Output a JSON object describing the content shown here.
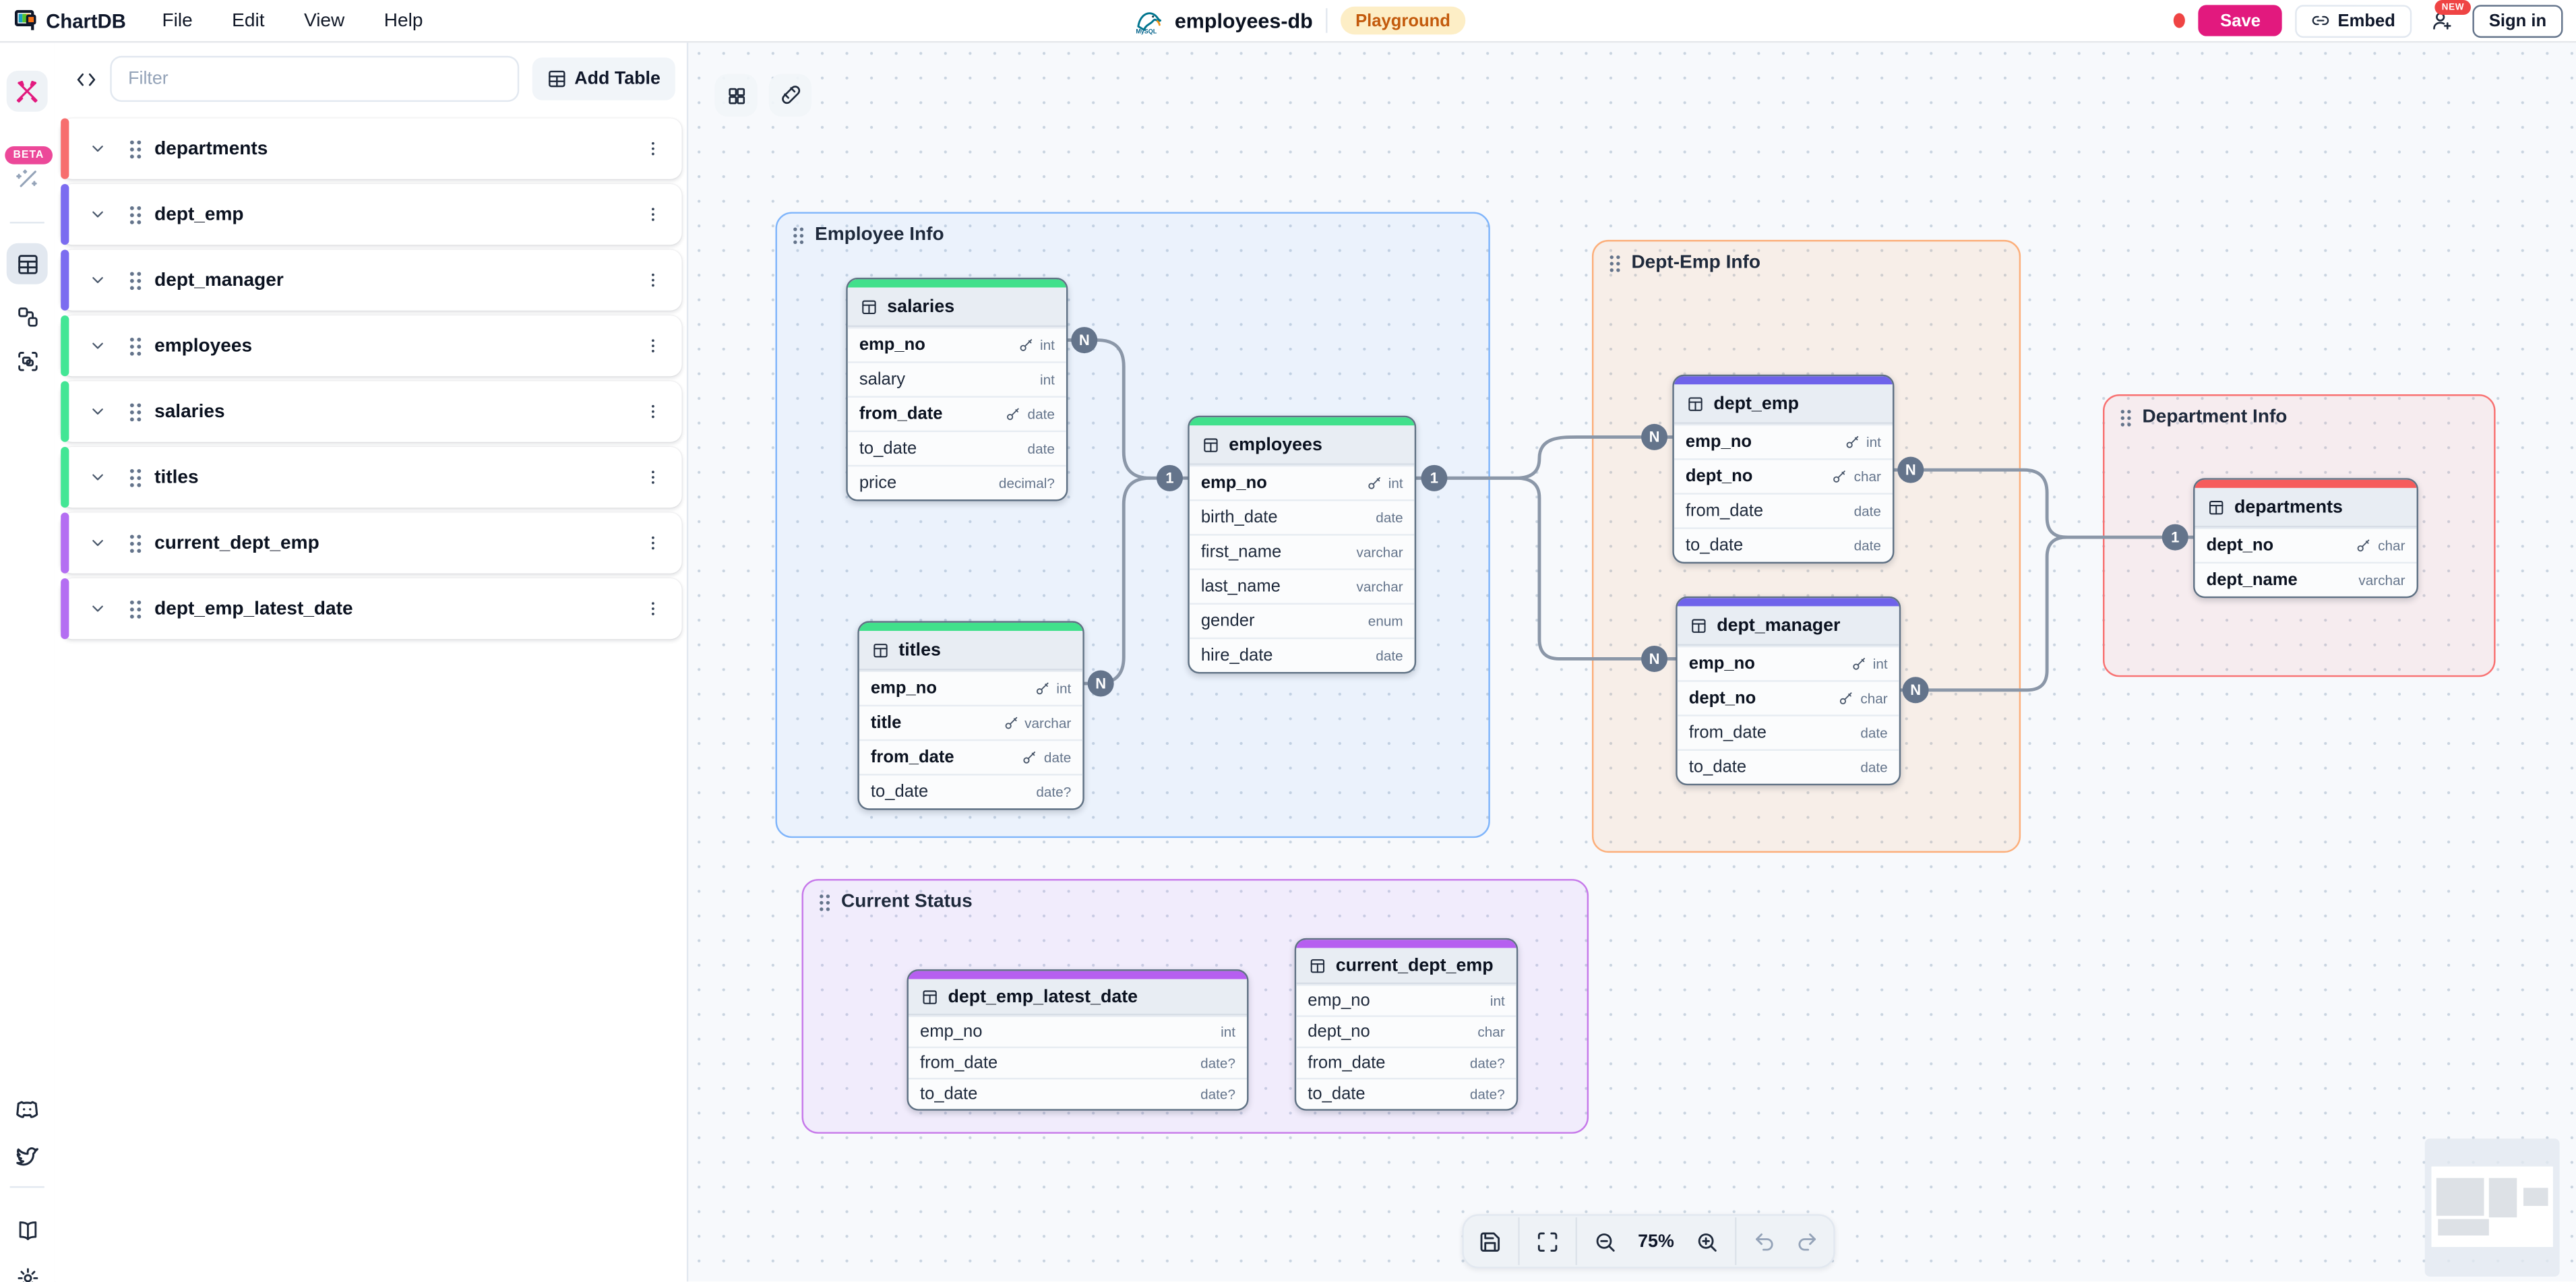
{
  "topbar": {
    "brand": "ChartDB",
    "menus": [
      "File",
      "Edit",
      "View",
      "Help"
    ],
    "database_name": "employees-db",
    "environment_badge": "Playground",
    "save_label": "Save",
    "embed_label": "Embed",
    "new_badge": "NEW",
    "signin_label": "Sign in",
    "accent_color": "#e2197e"
  },
  "sidebar": {
    "filter_placeholder": "Filter",
    "add_table_label": "Add Table",
    "tables": [
      {
        "name": "departments",
        "color": "#f76e6e"
      },
      {
        "name": "dept_emp",
        "color": "#7b6cf0"
      },
      {
        "name": "dept_manager",
        "color": "#7b6cf0"
      },
      {
        "name": "employees",
        "color": "#43e695"
      },
      {
        "name": "salaries",
        "color": "#43e695"
      },
      {
        "name": "titles",
        "color": "#43e695"
      },
      {
        "name": "current_dept_emp",
        "color": "#b46ef2"
      },
      {
        "name": "dept_emp_latest_date",
        "color": "#b46ef2"
      }
    ]
  },
  "canvas": {
    "areas": [
      {
        "label": "Employee Info",
        "border": "#7fb5fb",
        "tint": "rgba(96,165,250,0.08)"
      },
      {
        "label": "Dept-Emp Info",
        "border": "#fcae79",
        "tint": "rgba(251,146,60,0.10)"
      },
      {
        "label": "Department Info",
        "border": "#f87171",
        "tint": "rgba(248,113,113,0.09)"
      },
      {
        "label": "Current Status",
        "border": "#c678ea",
        "tint": "rgba(192,132,252,0.10)"
      }
    ],
    "tables": {
      "salaries": {
        "name": "salaries",
        "accent": "#41e08b",
        "fields": [
          {
            "name": "emp_no",
            "type": "int",
            "key": true
          },
          {
            "name": "salary",
            "type": "int"
          },
          {
            "name": "from_date",
            "type": "date",
            "key": true
          },
          {
            "name": "to_date",
            "type": "date"
          },
          {
            "name": "price",
            "type": "decimal?"
          }
        ]
      },
      "titles": {
        "name": "titles",
        "accent": "#41e08b",
        "fields": [
          {
            "name": "emp_no",
            "type": "int",
            "key": true
          },
          {
            "name": "title",
            "type": "varchar",
            "key": true
          },
          {
            "name": "from_date",
            "type": "date",
            "key": true
          },
          {
            "name": "to_date",
            "type": "date?"
          }
        ]
      },
      "employees": {
        "name": "employees",
        "accent": "#41e08b",
        "fields": [
          {
            "name": "emp_no",
            "type": "int",
            "key": true
          },
          {
            "name": "birth_date",
            "type": "date"
          },
          {
            "name": "first_name",
            "type": "varchar"
          },
          {
            "name": "last_name",
            "type": "varchar"
          },
          {
            "name": "gender",
            "type": "enum"
          },
          {
            "name": "hire_date",
            "type": "date"
          }
        ]
      },
      "dept_emp": {
        "name": "dept_emp",
        "accent": "#6f63ea",
        "fields": [
          {
            "name": "emp_no",
            "type": "int",
            "key": true
          },
          {
            "name": "dept_no",
            "type": "char",
            "key": true
          },
          {
            "name": "from_date",
            "type": "date"
          },
          {
            "name": "to_date",
            "type": "date"
          }
        ]
      },
      "dept_manager": {
        "name": "dept_manager",
        "accent": "#6f63ea",
        "fields": [
          {
            "name": "emp_no",
            "type": "int",
            "key": true
          },
          {
            "name": "dept_no",
            "type": "char",
            "key": true
          },
          {
            "name": "from_date",
            "type": "date"
          },
          {
            "name": "to_date",
            "type": "date"
          }
        ]
      },
      "departments": {
        "name": "departments",
        "accent": "#f65c5c",
        "fields": [
          {
            "name": "dept_no",
            "type": "char",
            "key": true
          },
          {
            "name": "dept_name",
            "type": "varchar",
            "bold": true
          }
        ]
      },
      "dept_emp_latest_date": {
        "name": "dept_emp_latest_date",
        "accent": "#b65ff0",
        "fields": [
          {
            "name": "emp_no",
            "type": "int"
          },
          {
            "name": "from_date",
            "type": "date?"
          },
          {
            "name": "to_date",
            "type": "date?"
          }
        ]
      },
      "current_dept_emp": {
        "name": "current_dept_emp",
        "accent": "#b65ff0",
        "fields": [
          {
            "name": "emp_no",
            "type": "int"
          },
          {
            "name": "dept_no",
            "type": "char"
          },
          {
            "name": "from_date",
            "type": "date?"
          },
          {
            "name": "to_date",
            "type": "date?"
          }
        ]
      }
    }
  },
  "relationships": [
    {
      "from": "salaries.emp_no",
      "to": "employees.emp_no",
      "from_card": "N",
      "to_card": "1"
    },
    {
      "from": "titles.emp_no",
      "to": "employees.emp_no",
      "from_card": "N",
      "to_card": "1"
    },
    {
      "from": "employees.emp_no",
      "to": "dept_emp.emp_no",
      "from_card": "1",
      "to_card": "N"
    },
    {
      "from": "employees.emp_no",
      "to": "dept_manager.emp_no",
      "from_card": "1",
      "to_card": "N"
    },
    {
      "from": "dept_emp.dept_no",
      "to": "departments.dept_no",
      "from_card": "N",
      "to_card": "1"
    },
    {
      "from": "dept_manager.dept_no",
      "to": "departments.dept_no",
      "from_card": "N",
      "to_card": "1"
    }
  ],
  "zoom_toolbar": {
    "zoom_level": "75%"
  }
}
